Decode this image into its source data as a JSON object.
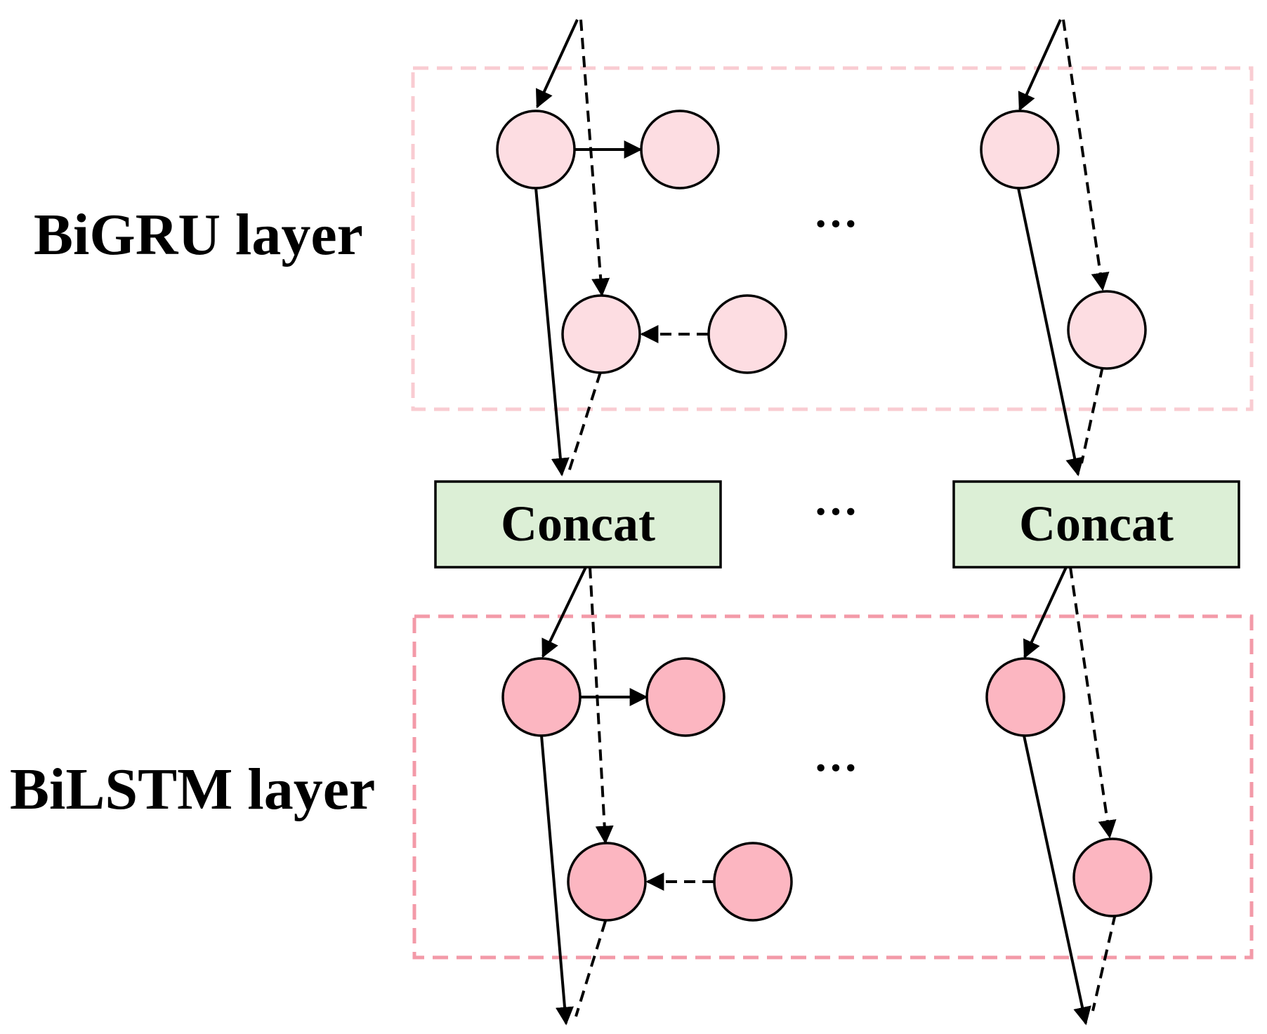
{
  "labels": {
    "bigru_layer": "BiGRU layer",
    "bilstm_layer": "BiLSTM layer",
    "concat_left": "Concat",
    "concat_right": "Concat",
    "ellipsis_bigru": "···",
    "ellipsis_concat": "···",
    "ellipsis_bilstm": "···"
  },
  "colors": {
    "bigru_node_fill": "#fddde2",
    "bigru_box_stroke": "#f9ccd2",
    "bilstm_node_fill": "#fcb6c1",
    "bilstm_box_stroke": "#f39aa8",
    "concat_fill": "#dcefd6",
    "stroke": "#000000"
  }
}
